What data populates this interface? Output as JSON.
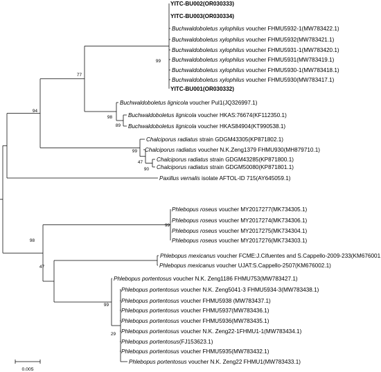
{
  "tips": [
    {
      "id": "t1",
      "genus": "",
      "rest": "YITC-BU002(OR030333)",
      "bold": true
    },
    {
      "id": "t2",
      "genus": "",
      "rest": "YITC-BU003(OR030334)",
      "bold": true
    },
    {
      "id": "t3",
      "genus": "Buchwaldoboletus xylophilus",
      "rest": " voucher FHMU5932-1(MW783422.1)",
      "bold": false
    },
    {
      "id": "t4",
      "genus": "Buchwaldoboletus xylophilus",
      "rest": " voucher FHMU5932(MW783421.1)",
      "bold": false
    },
    {
      "id": "t5",
      "genus": "Buchwaldoboletus xylophilus",
      "rest": " voucher FHMU5931-1(MW783420.1)",
      "bold": false
    },
    {
      "id": "t6",
      "genus": "Buchwaldoboletus xylophilus",
      "rest": " voucher FHMU5931(MW783419.1)",
      "bold": false
    },
    {
      "id": "t7",
      "genus": "Buchwaldoboletus xylophilus",
      "rest": " voucher FHMU5930-1(MW783418.1)",
      "bold": false
    },
    {
      "id": "t8",
      "genus": "Buchwaldoboletus xylophilus",
      "rest": " voucher FHMU5930(MW783417.1)",
      "bold": false
    },
    {
      "id": "t9",
      "genus": "",
      "rest": "YITC-BU001(OR030332)",
      "bold": true
    },
    {
      "id": "t10",
      "genus": "Buchwaldoboletus lignicola",
      "rest": " voucher Pul1(JQ326997.1)",
      "bold": false
    },
    {
      "id": "t11",
      "genus": "Buchwaldoboletus lignicola",
      "rest": " voucher HKAS:76674(KF112350.1)",
      "bold": false
    },
    {
      "id": "t12",
      "genus": "Buchwaldoboletus lignicola",
      "rest": " voucher HKAS84904(KT990538.1)",
      "bold": false
    },
    {
      "id": "t13",
      "genus": "Chalciporus radiatus",
      "rest": " strain GDGM43305(KP871802.1)",
      "bold": false
    },
    {
      "id": "t14",
      "genus": "Chalciporus radiatus",
      "rest": " voucher N.K.Zeng1379 FHMU930(MH879710.1)",
      "bold": false
    },
    {
      "id": "t15",
      "genus": "Chalciporus radiatus",
      "rest": " strain GDGM43285(KP871800.1)",
      "bold": false
    },
    {
      "id": "t16",
      "genus": "Chalciporus radiatus",
      "rest": " strain GDGM50080(KP871801.1)",
      "bold": false
    },
    {
      "id": "t17",
      "genus": "Paxillus vernalis",
      "rest": " isolate AFTOL-ID 715(AY645059.1)",
      "bold": false
    },
    {
      "id": "t18",
      "genus": "Phlebopus roseus",
      "rest": " voucher MY2017277(MK734305.1)",
      "bold": false
    },
    {
      "id": "t19",
      "genus": "Phlebopus roseus",
      "rest": " voucher MY2017274(MK734306.1)",
      "bold": false
    },
    {
      "id": "t20",
      "genus": "Phlebopus roseus",
      "rest": " voucher MY2017275(MK734304.1)",
      "bold": false
    },
    {
      "id": "t21",
      "genus": "Phlebopus roseus",
      "rest": " voucher MY2017276(MK734303.1)",
      "bold": false
    },
    {
      "id": "t22",
      "genus": "Phlebopus mexicanus",
      "rest": " voucher FCME:J.Cifuentes and S.Cappello-2009-233(KM676001.1)",
      "bold": false
    },
    {
      "id": "t23",
      "genus": "Phlebopus mexicanus",
      "rest": " voucher UJAT:S.Cappello-2507(KM676002.1)",
      "bold": false
    },
    {
      "id": "t24",
      "genus": "Phlebopus portentosus",
      "rest": " voucher N.K. Zeng1186 FHMU753(MW783427.1)",
      "bold": false
    },
    {
      "id": "t25",
      "genus": "Phlebopus portentosus",
      "rest": " voucher N.K. Zeng5041-3 FHMU5934-3(MW783438.1)",
      "bold": false
    },
    {
      "id": "t26",
      "genus": "Phlebopus portentosus",
      "rest": " voucher FHMU5938 (MW783437.1)",
      "bold": false
    },
    {
      "id": "t27",
      "genus": "Phlebopus portentosus",
      "rest": " voucher FHMU5937(MW783436.1)",
      "bold": false
    },
    {
      "id": "t28",
      "genus": "Phlebopus portentosus",
      "rest": " voucher FHMU5936(MW783435.1)",
      "bold": false
    },
    {
      "id": "t29",
      "genus": "Phlebopus portentosus",
      "rest": " voucher N.K. Zeng22-1FHMU1-1(MW783434.1)",
      "bold": false
    },
    {
      "id": "t30",
      "genus": "Phlebopus portentosus",
      "rest": "(FJ153623.1)",
      "bold": false
    },
    {
      "id": "t31",
      "genus": "Phlebopus portentosus",
      "rest": " voucher FHMU5935(MW783432.1)",
      "bold": false
    },
    {
      "id": "t32",
      "genus": "Phlebopus portentosus",
      "rest": " voucher N.K. Zeng22 FHMU1(MW783433.1)",
      "bold": false
    }
  ],
  "support_values": [
    {
      "id": "s-xylophilus",
      "value": "99"
    },
    {
      "id": "s-buchwaldo",
      "value": "77"
    },
    {
      "id": "s-boletoid",
      "value": "94"
    },
    {
      "id": "s-lignicola",
      "value": "98"
    },
    {
      "id": "s-lignicola-sub",
      "value": "89"
    },
    {
      "id": "s-chalciporus",
      "value": "99"
    },
    {
      "id": "s-chalci-sub",
      "value": "47"
    },
    {
      "id": "s-chalci-subsub",
      "value": "90"
    },
    {
      "id": "s-roseus",
      "value": "99"
    },
    {
      "id": "s-phlebopus",
      "value": "98"
    },
    {
      "id": "s-mex-port",
      "value": "47"
    },
    {
      "id": "s-portentosus",
      "value": "99"
    },
    {
      "id": "s-portentosus-sub",
      "value": "29"
    }
  ],
  "scale_bar": {
    "label": "0.005"
  }
}
